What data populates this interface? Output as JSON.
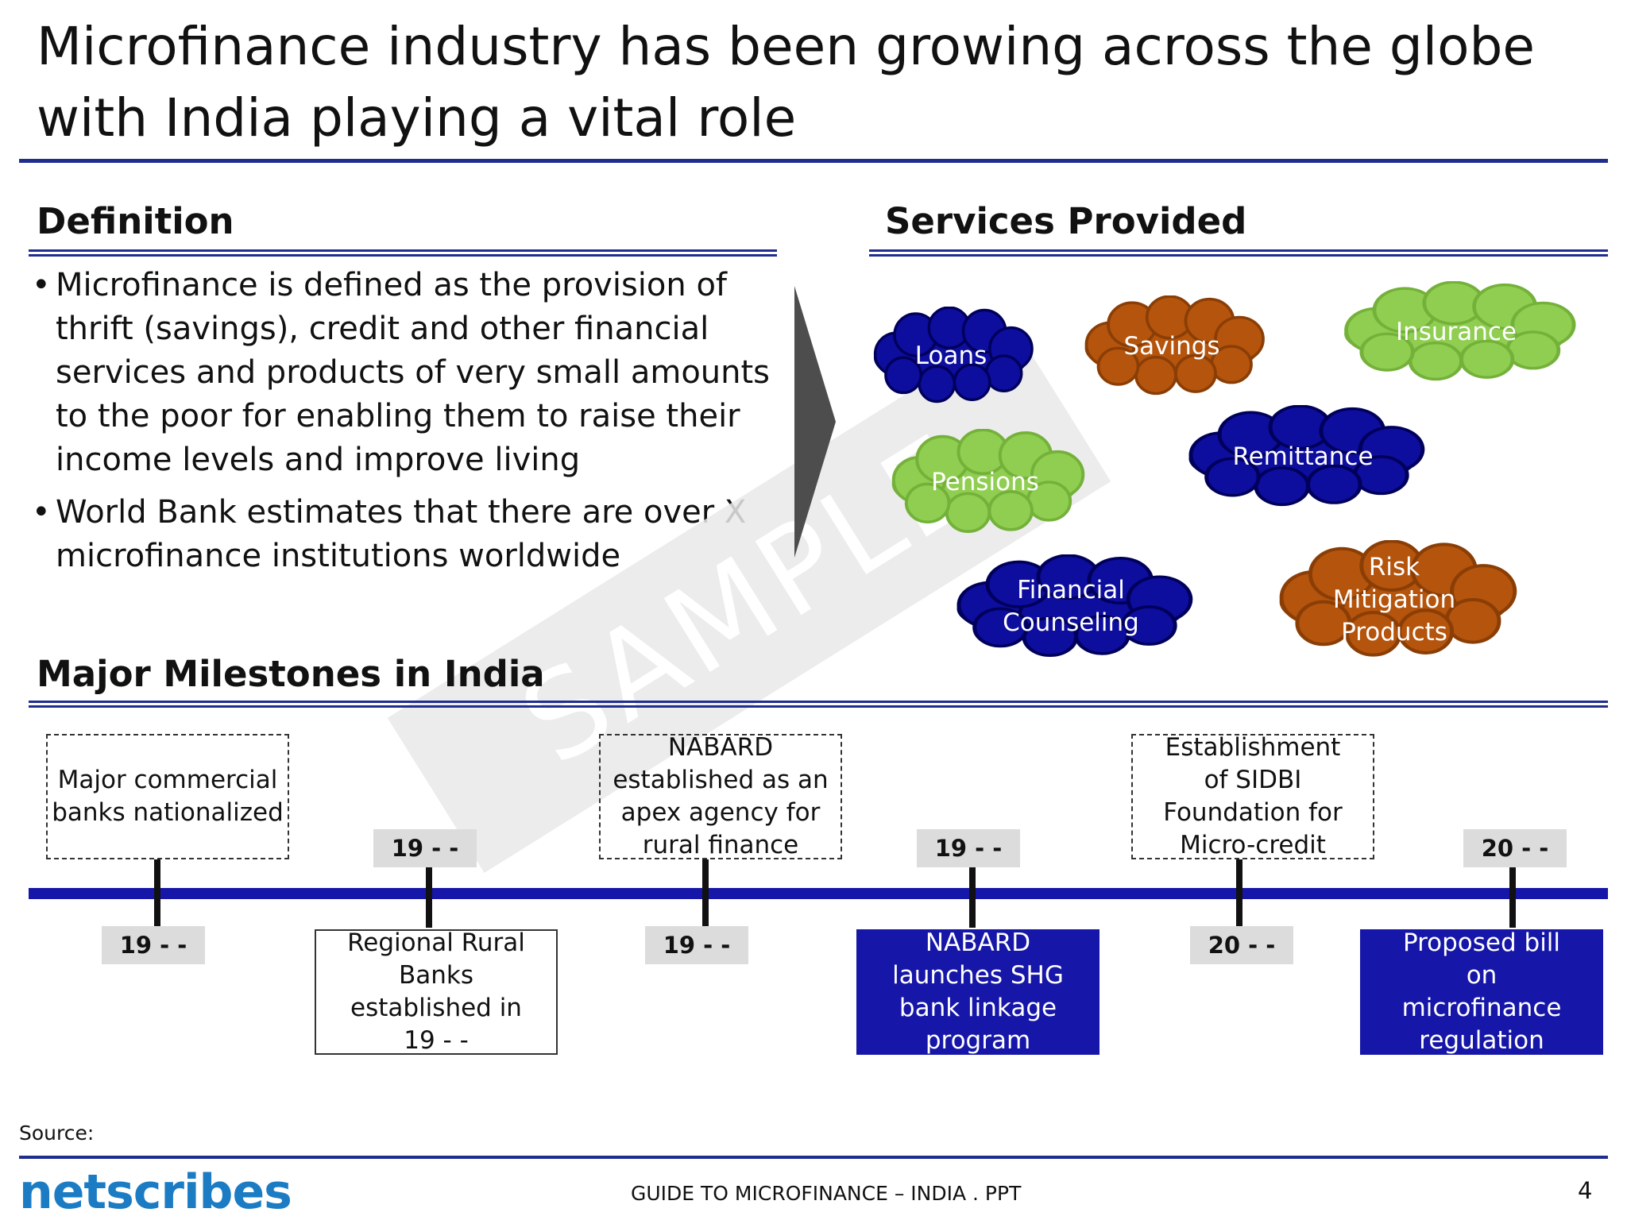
{
  "title": "Microfinance industry has been growing across the globe with India playing a vital role",
  "definition": {
    "heading": "Definition",
    "bullets": [
      "Microfinance is defined as the provision of thrift (savings), credit and other financial services and products of very small amounts to the poor for enabling them to raise their income levels and improve living",
      "World Bank estimates that there are over X microfinance institutions worldwide"
    ]
  },
  "services": {
    "heading": "Services Provided",
    "items": [
      {
        "label": "Loans",
        "color": "#0d0d9e"
      },
      {
        "label": "Savings",
        "color": "#b5540c"
      },
      {
        "label": "Insurance",
        "color": "#8fce50"
      },
      {
        "label": "Remittance",
        "color": "#0d0d9e"
      },
      {
        "label": "Pensions",
        "color": "#8fce50"
      },
      {
        "label": "Financial Counseling",
        "color": "#0d0d9e"
      },
      {
        "label": "Risk Mitigation Products",
        "color": "#b5540c"
      }
    ]
  },
  "watermark": "SAMPLE",
  "milestones": {
    "heading": "Major Milestones in India",
    "items": [
      {
        "date": "19 - -",
        "text": "Major commercial banks nationalized"
      },
      {
        "date": "19 - -",
        "text": "Regional Rural Banks established in 19 - -"
      },
      {
        "date": "19 - -",
        "text": "NABARD established as an apex agency for rural finance"
      },
      {
        "date": "19 - -",
        "text": "NABARD launches SHG bank linkage program"
      },
      {
        "date": "20 - -",
        "text": "Establishment of SIDBI Foundation for Micro-credit"
      },
      {
        "date": "20 - -",
        "text": "Proposed bill on microfinance regulation"
      }
    ]
  },
  "footer": {
    "source": "Source:",
    "logo": "netscribes",
    "doc_title": "GUIDE TO MICROFINANCE – INDIA . PPT",
    "page": "4"
  }
}
